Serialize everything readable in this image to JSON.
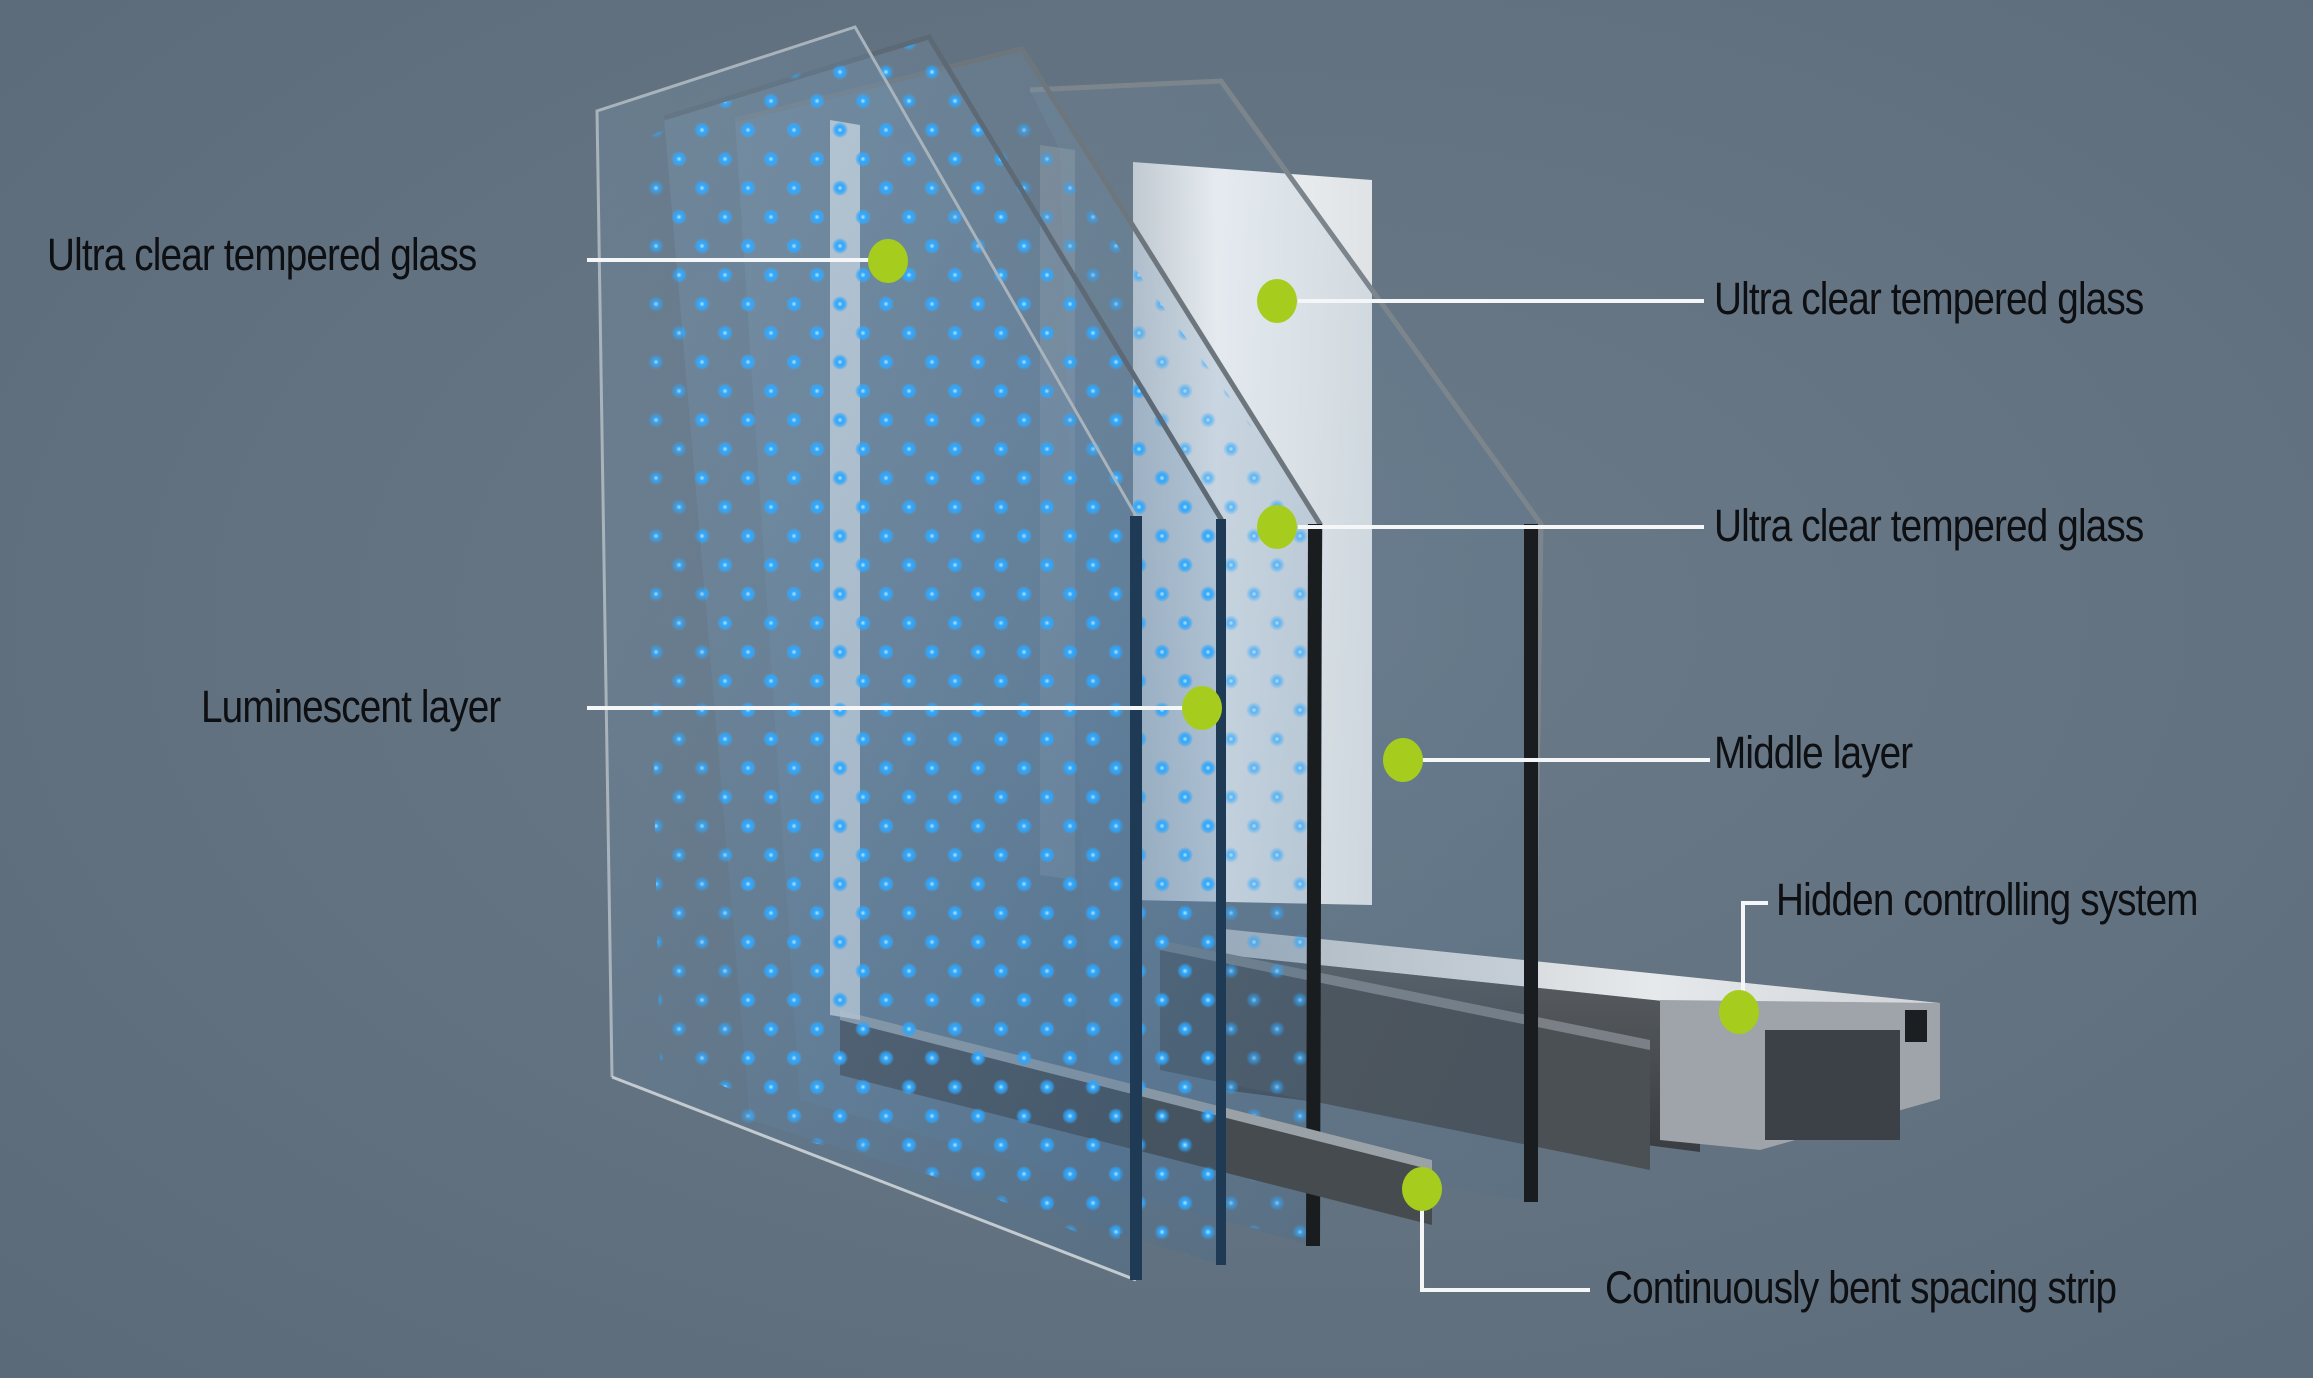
{
  "diagram": {
    "subject": "Luminescent insulated glass unit - exploded cross-section",
    "colors": {
      "background": "#627280",
      "marker": "#a6cd1e",
      "leader_line": "#f4f6f7",
      "label_text": "#0d0f12",
      "led_dot": "#2fa8ff",
      "spacer_frame": "#e9ecee"
    },
    "labels": [
      {
        "id": "left-top",
        "text": "Ultra clear tempered glass",
        "side": "left"
      },
      {
        "id": "luminescent",
        "text": "Luminescent layer",
        "side": "left"
      },
      {
        "id": "right-top",
        "text": "Ultra clear tempered glass",
        "side": "right"
      },
      {
        "id": "right-mid",
        "text": "Ultra clear tempered glass",
        "side": "right"
      },
      {
        "id": "middle",
        "text": "Middle layer",
        "side": "right"
      },
      {
        "id": "controller",
        "text": "Hidden controlling system",
        "side": "right"
      },
      {
        "id": "spacer",
        "text": "Continuously bent spacing strip",
        "side": "bottom"
      }
    ]
  }
}
